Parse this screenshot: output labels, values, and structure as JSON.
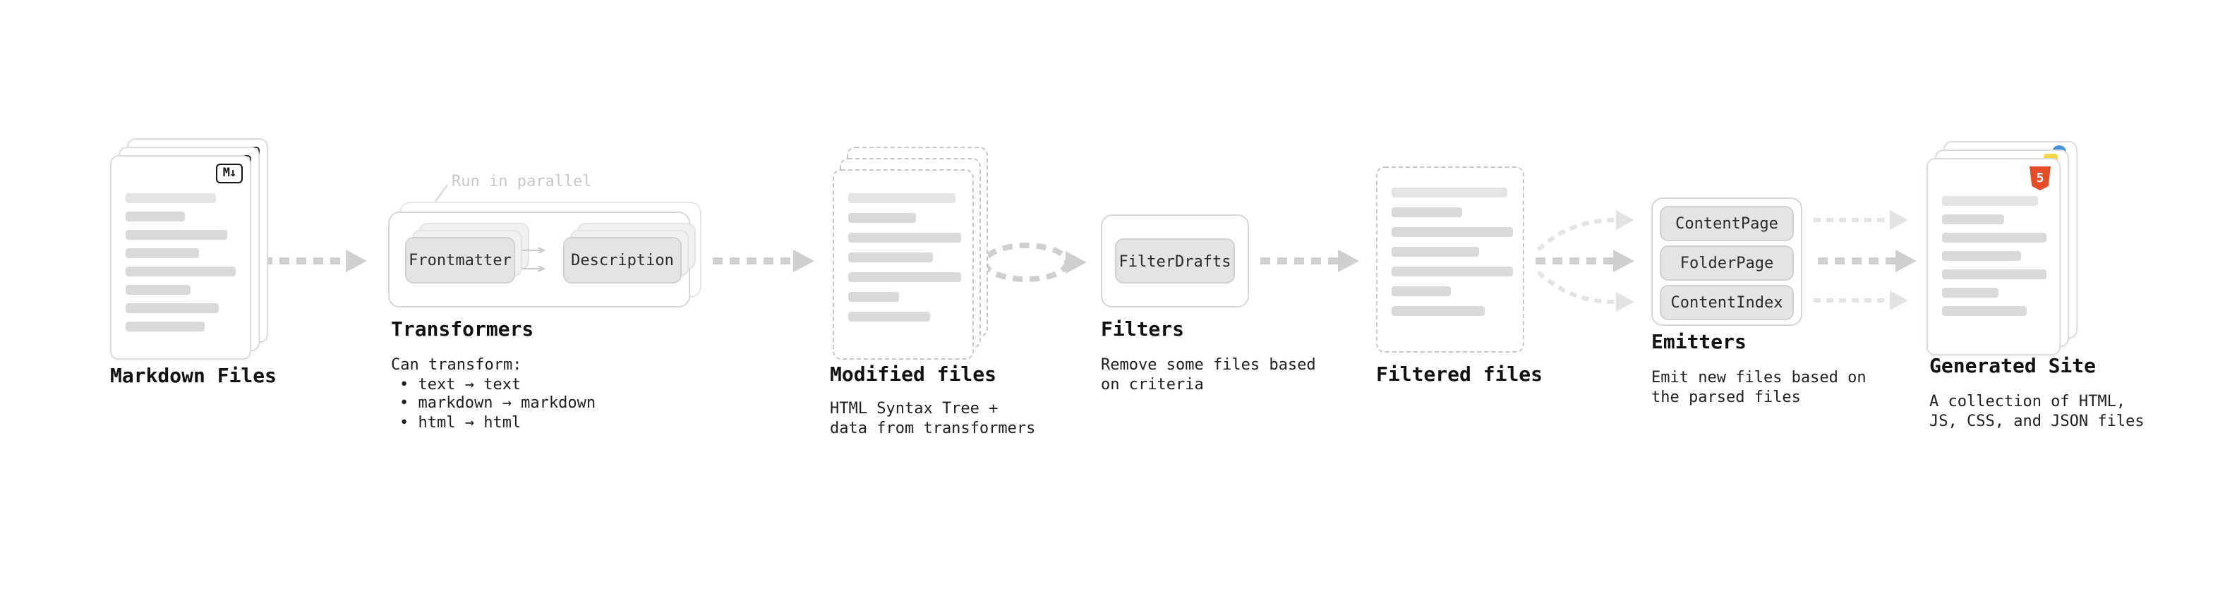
{
  "icons": {
    "markdown_badge": "M↓",
    "html5_badge": "5",
    "flow_arrow": "→"
  },
  "colors": {
    "arrow": "#cfcfcf",
    "arrow_light": "#e3e3e3",
    "card_border": "#dcdcdc",
    "text_bar": "#d9d9d9",
    "button_bg": "#e4e4e4",
    "html5_orange": "#e44d26",
    "js_yellow": "#f5d547",
    "css_blue": "#4a90d9"
  },
  "stages": {
    "markdown_files": {
      "title": "Markdown Files"
    },
    "transformers": {
      "title": "Transformers",
      "callout": "Run in parallel",
      "buttons": {
        "frontmatter": "Frontmatter",
        "description": "Description"
      },
      "desc_heading": "Can transform:",
      "bullets": [
        "• text → text",
        "• markdown → markdown",
        "• html → html"
      ]
    },
    "modified_files": {
      "title": "Modified files",
      "desc": [
        "HTML Syntax Tree +",
        "data from transformers"
      ]
    },
    "filters": {
      "title": "Filters",
      "buttons": {
        "filter_drafts": "FilterDrafts"
      },
      "desc": [
        "Remove some files based",
        "on criteria"
      ]
    },
    "filtered_files": {
      "title": "Filtered files"
    },
    "emitters": {
      "title": "Emitters",
      "buttons": {
        "content_page": "ContentPage",
        "folder_page": "FolderPage",
        "content_index": "ContentIndex"
      },
      "desc": [
        "Emit new files based on",
        "the parsed files"
      ]
    },
    "generated_site": {
      "title": "Generated Site",
      "desc": [
        "A collection of HTML,",
        "JS, CSS, and JSON files"
      ]
    }
  }
}
